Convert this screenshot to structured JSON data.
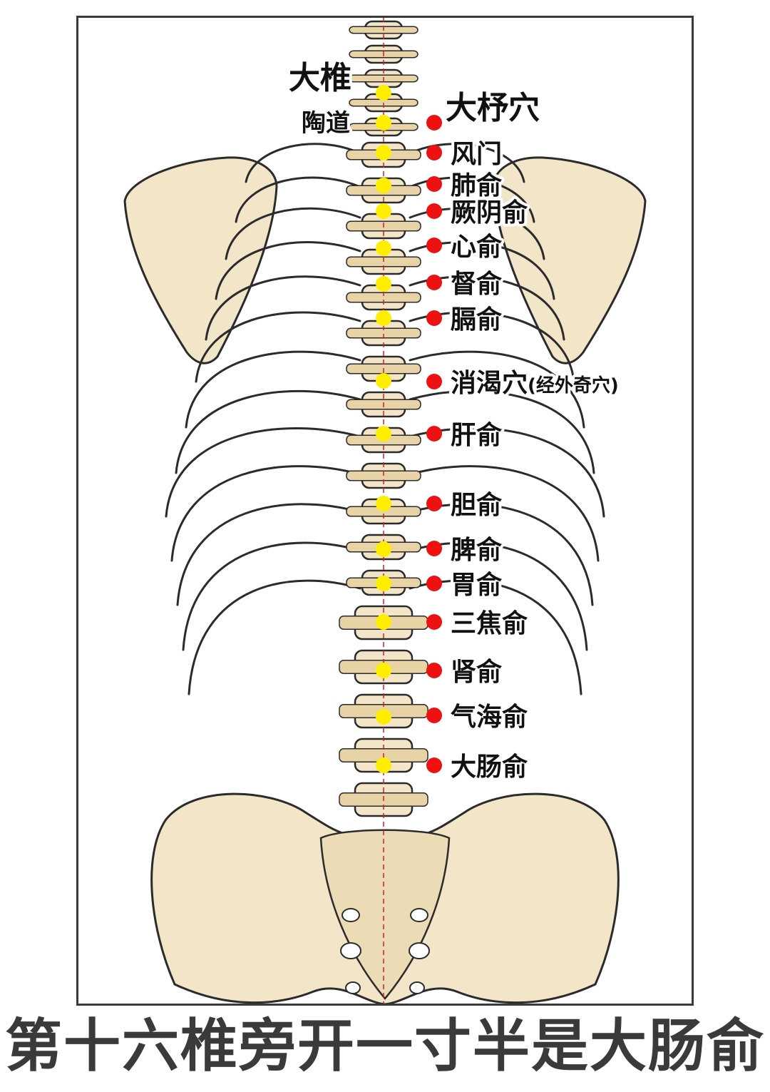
{
  "caption": "第十六椎旁开一寸半是大肠俞",
  "colors": {
    "bone_fill": "#f3e6c8",
    "bone_shade": "#e8d3a6",
    "bone_line": "#2b2b2b",
    "governor_point": "#ffee00",
    "bladder_point": "#ee1111",
    "midline": "#cc2222",
    "label_text": "#111111"
  },
  "midline_labels": [
    {
      "name": "大椎"
    },
    {
      "name": "陶道"
    }
  ],
  "side_points": [
    {
      "name": "大杼穴"
    },
    {
      "name": "风门"
    },
    {
      "name": "肺俞"
    },
    {
      "name": "厥阴俞"
    },
    {
      "name": "心俞"
    },
    {
      "name": "督俞"
    },
    {
      "name": "膈俞"
    },
    {
      "name": "消渴穴",
      "note": "(经外奇穴)"
    },
    {
      "name": "肝俞"
    },
    {
      "name": "胆俞"
    },
    {
      "name": "脾俞"
    },
    {
      "name": "胃俞"
    },
    {
      "name": "三焦俞"
    },
    {
      "name": "肾俞"
    },
    {
      "name": "气海俞"
    },
    {
      "name": "大肠俞"
    }
  ]
}
